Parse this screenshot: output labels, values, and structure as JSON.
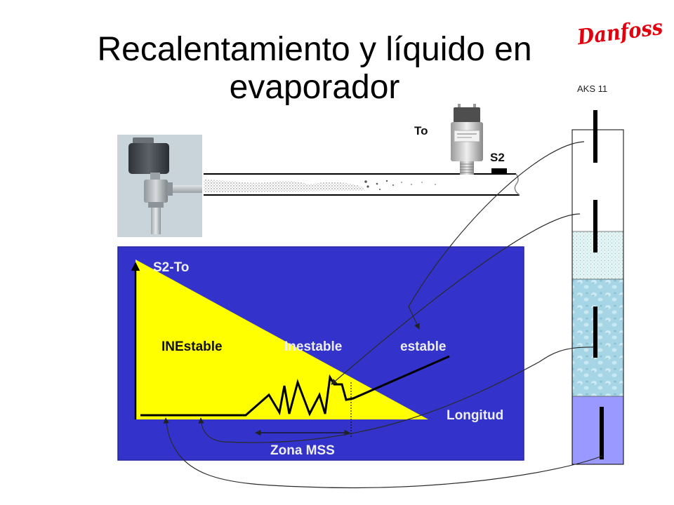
{
  "slide": {
    "title_lines": [
      "Recalentamiento y líquido en",
      "evaporador"
    ],
    "logo_text": "Danfoss",
    "sensor_model_label": "AKS 11"
  },
  "evaporator": {
    "pressure_sensor_label": "To",
    "temperature_sensor_label": "S2"
  },
  "graph": {
    "y_axis_label": "S2-To",
    "x_axis_label": "Longitud",
    "zone_labels": [
      "INEstable",
      "Inestable",
      "estable"
    ],
    "mss_zone_label": "Zona MSS"
  },
  "colors": {
    "background": "#ffffff",
    "title_text": "#000000",
    "logo_red": "#e2000f",
    "graph_panel": "#3333cc",
    "superheat_triangle": "#ffff00",
    "graph_label_light": "#eeeeee",
    "column_liquid_bottom": "#9999ff",
    "column_droplets": "#a6d6e6",
    "column_mist": "#e4f4f4"
  }
}
